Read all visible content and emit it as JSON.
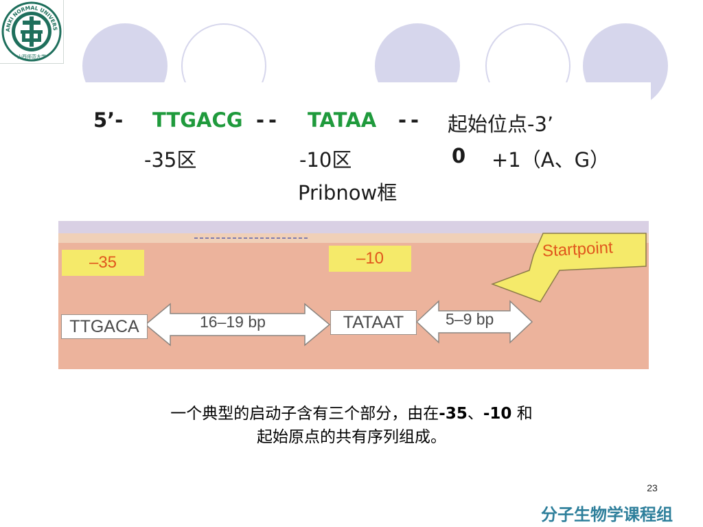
{
  "logo": {
    "ring_text": "SHANXI NORMAL UNIVERSITY",
    "bottom_text": "山西师范大学",
    "accent": "#1e6f5c"
  },
  "sequence": {
    "five_prime": "5’-",
    "box35": "TTGACG",
    "sep1": "--",
    "box10": "TATAA",
    "sep2": "--",
    "start": "起始位点-3’",
    "label35": "-35区",
    "label10": "-10区",
    "label_zero": "0",
    "label_plus1": "+1（A、G）",
    "pribnow": "Pribnow框"
  },
  "figure": {
    "label_minus35": "–35",
    "label_minus10": "–10",
    "startpoint": "Startpoint",
    "box_left": "TTGACA",
    "gap1": "16–19 bp",
    "box_right": "TATAAT",
    "gap2": "5–9 bp"
  },
  "caption": {
    "line1_a": "一个典型的启动子含有三个部分，由在",
    "line1_b": "-35",
    "line1_c": "、",
    "line1_d": "-10",
    "line1_e": " 和",
    "line2": "起始原点的共有序列组成。"
  },
  "page_number": "23",
  "footer": "分子生物学课程组",
  "colors": {
    "circle": "#d6d6ec",
    "green_seq": "#1f9a3c",
    "figure_bg": "#ecb39c",
    "highlight": "#f5ea6a",
    "footer": "#2e7f9b"
  }
}
